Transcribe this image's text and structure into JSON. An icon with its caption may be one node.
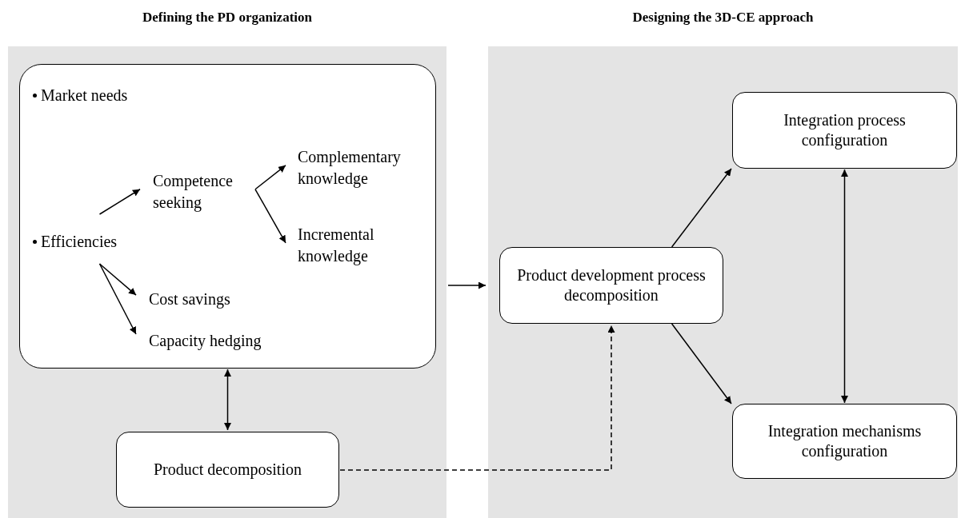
{
  "diagram": {
    "nodes": [
      {
        "text": [
          "Defining the PD organization"
        ]
      },
      {
        "text": [
          "Designing the 3D-CE approach"
        ]
      },
      {
        "text": [],
        "shape": "box",
        "in": 0
      },
      {
        "text": [
          "Market needs"
        ],
        "in": 2
      },
      {
        "text": [
          "Efficiencies"
        ],
        "in": 2
      },
      {
        "text": [
          "Competence seeking"
        ],
        "in": 2
      },
      {
        "text": [
          "Complementary knowledge"
        ],
        "in": 2
      },
      {
        "text": [
          "Incremental knowledge"
        ],
        "in": 2
      },
      {
        "text": [
          "Cost savings"
        ],
        "in": 2
      },
      {
        "text": [
          "Capacity hedging"
        ],
        "in": 2
      },
      {
        "text": [
          "Product decomposition"
        ],
        "in": 0
      },
      {
        "text": [
          "Product development process decomposition"
        ],
        "in": 1
      },
      {
        "text": [
          "Integration process configuration"
        ],
        "in": 1
      },
      {
        "text": [
          "Integration mechanisms configuration"
        ],
        "in": 1
      }
    ],
    "edges": [
      {
        "from": 4,
        "to": 5,
        "arrow": "to"
      },
      {
        "from": 5,
        "to": 6,
        "arrow": "to"
      },
      {
        "from": 5,
        "to": 7,
        "arrow": "to"
      },
      {
        "from": 4,
        "to": 8,
        "arrow": "to"
      },
      {
        "from": 4,
        "to": 9,
        "arrow": "to"
      },
      {
        "from": 2,
        "to": 10,
        "arrow": "both"
      },
      {
        "from": 0,
        "to": 1,
        "arrow": "to"
      },
      {
        "from": 10,
        "to": 11,
        "arrow": "to",
        "style": "dashed"
      },
      {
        "from": 11,
        "to": 12,
        "arrow": "to"
      },
      {
        "from": 11,
        "to": 13,
        "arrow": "to"
      },
      {
        "from": 12,
        "to": 13,
        "arrow": "both"
      }
    ]
  }
}
